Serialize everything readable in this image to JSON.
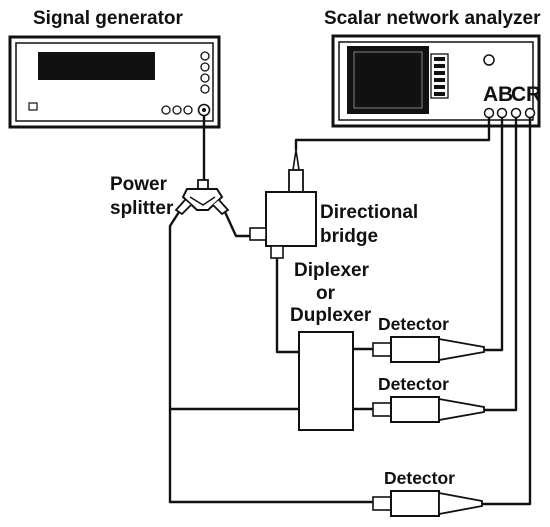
{
  "instruments": {
    "signal_generator": {
      "label": "Signal generator"
    },
    "network_analyzer": {
      "label": "Scalar network analyzer",
      "ports": [
        "A",
        "B",
        "C",
        "R"
      ]
    }
  },
  "components": {
    "power_splitter": {
      "label_line1": "Power",
      "label_line2": "splitter"
    },
    "directional_bridge": {
      "label_line1": "Directional",
      "label_line2": "bridge"
    },
    "dut": {
      "label_line1": "Diplexer",
      "label_line2": "or",
      "label_line3": "Duplexer"
    },
    "detectors": [
      {
        "label": "Detector"
      },
      {
        "label": "Detector"
      },
      {
        "label": "Detector"
      }
    ]
  },
  "colors": {
    "ink": "#111111",
    "screen": "#111111",
    "background": "#ffffff"
  }
}
